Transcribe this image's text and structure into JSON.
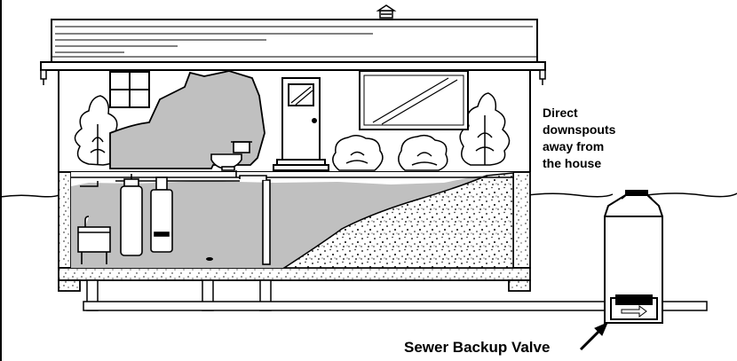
{
  "annotations": {
    "downspout_note": [
      "Direct",
      "downspouts",
      "away from",
      "the house"
    ],
    "valve_label": "Sewer Backup Valve"
  },
  "colors": {
    "outline": "#000000",
    "flooded_water": "#c0c0c0",
    "soil_fill": "#ffffff",
    "background": "#ffffff"
  },
  "icons": [
    "house-cutaway",
    "roof",
    "window",
    "door",
    "toilet",
    "water-heater",
    "furnace",
    "laundry-sink",
    "shrub",
    "sewer-pipe",
    "valve-manhole",
    "arrow"
  ]
}
